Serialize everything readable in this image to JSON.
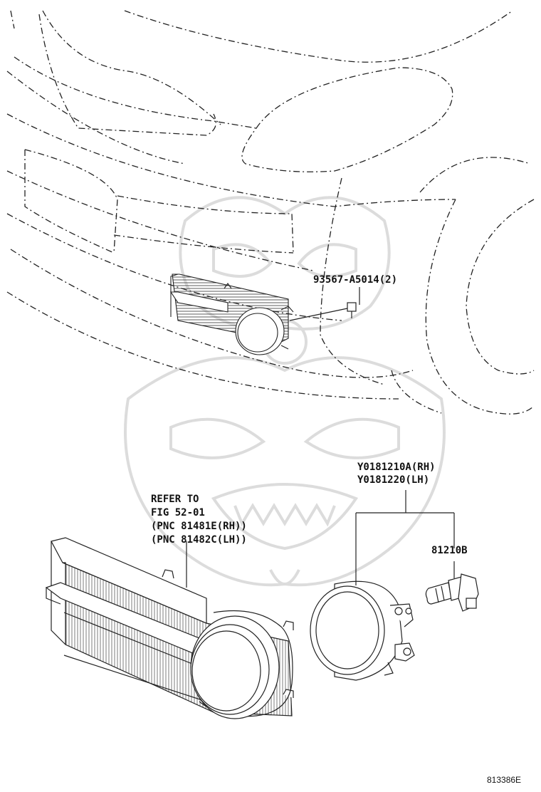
{
  "callouts": {
    "clip": "93567-A5014(2)",
    "lamp_rh": "Y0181210A(RH)",
    "lamp_lh": "Y0181220(LH)",
    "bulb": "81210B",
    "ref_line1": "REFER TO",
    "ref_line2": "FIG 52-01",
    "ref_line3": "(PNC 81481E(RH))",
    "ref_line4": "(PNC 81482C(LH))"
  },
  "figure_number": "813386E",
  "colors": {
    "line": "#222222",
    "watermark": "#d9d9d9",
    "background": "#ffffff"
  }
}
